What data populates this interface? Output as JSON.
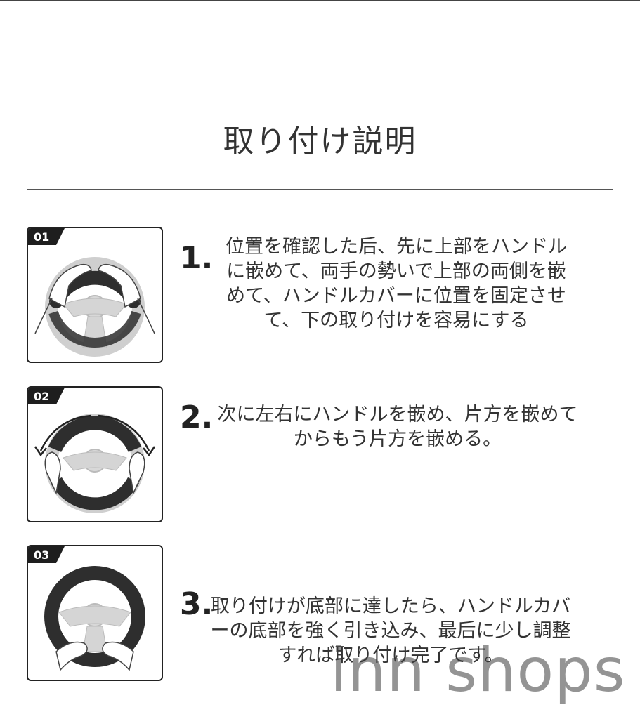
{
  "title": "取り付け説明",
  "watermark": "inn shops",
  "steps": [
    {
      "badge": "01",
      "number": "1.",
      "text": "位置を確認した后、先に上部をハンドルに嵌めて、両手の勢いで上部の両側を嵌めて、ハンドルカバーに位置を固定させて、下の取り付けを容易にする"
    },
    {
      "badge": "02",
      "number": "2.",
      "text": "次に左右にハンドルを嵌め、片方を嵌めてからもう片方を嵌める。"
    },
    {
      "badge": "03",
      "number": "3.",
      "text": "取り付けが底部に達したら、ハンドルカバーの底部を強く引き込み、最后に少し調整すれば取り付け完了です。"
    }
  ],
  "colors": {
    "wheel": "#cfcfcf",
    "cover": "#2e2e2e",
    "badge": "#1e1e1e",
    "text": "#333333"
  },
  "icons": [
    "steering-wheel-icon",
    "hand-icon",
    "arrow-icon"
  ]
}
